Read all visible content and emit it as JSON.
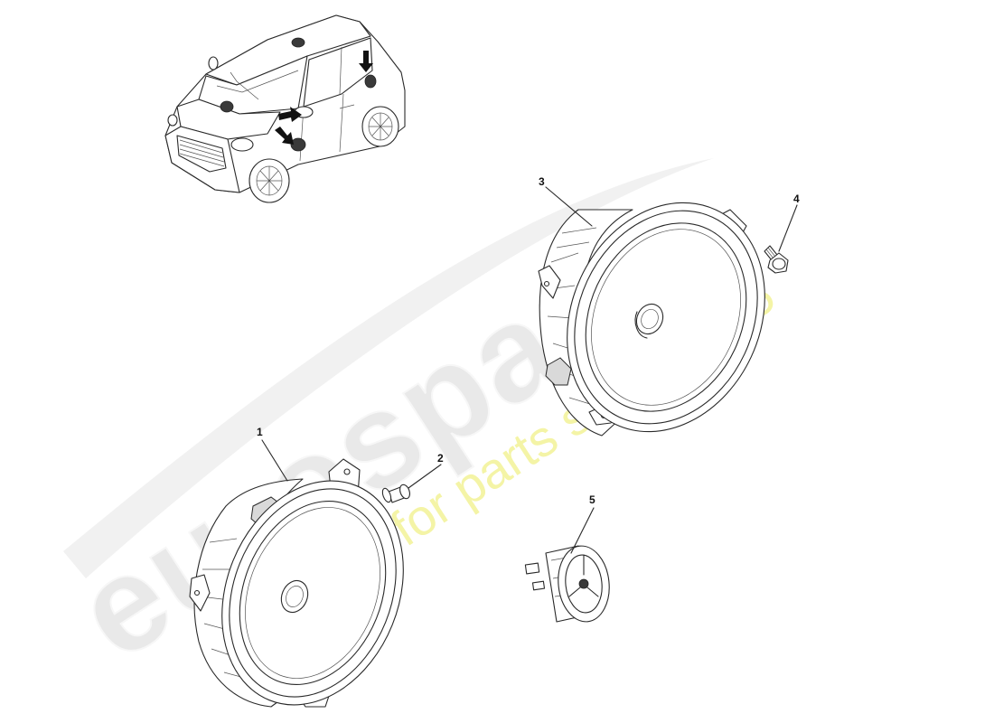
{
  "diagram": {
    "callouts": [
      {
        "id": "1",
        "label": "1"
      },
      {
        "id": "2",
        "label": "2"
      },
      {
        "id": "3",
        "label": "3"
      },
      {
        "id": "4",
        "label": "4"
      },
      {
        "id": "5",
        "label": "5"
      }
    ],
    "watermark": {
      "brand": "eurospares",
      "tagline": "a passion for parts since 1985",
      "brand_color": "#e9e9e9",
      "tagline_color": "#f4f4a6"
    }
  }
}
